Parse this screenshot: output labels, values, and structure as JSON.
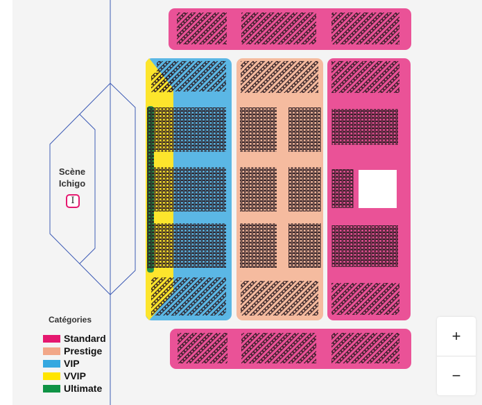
{
  "stage": {
    "name_line1": "Scène",
    "name_line2": "Ichigo",
    "badge": "I"
  },
  "legend": {
    "title": "Catégories",
    "items": [
      {
        "label": "Standard",
        "color": "#e5186f"
      },
      {
        "label": "Prestige",
        "color": "#f2a788"
      },
      {
        "label": "VIP",
        "color": "#35a8e0"
      },
      {
        "label": "VVIP",
        "color": "#ffe500"
      },
      {
        "label": "Ultimate",
        "color": "#0f9345"
      }
    ]
  },
  "map_colors": {
    "standard": "#ea5297",
    "prestige": "#f5bb9f",
    "vip": "#5bb7e5",
    "vvip": "#fde52c",
    "ultimate": "#27914b"
  },
  "zoom": {
    "in": "+",
    "out": "−"
  }
}
